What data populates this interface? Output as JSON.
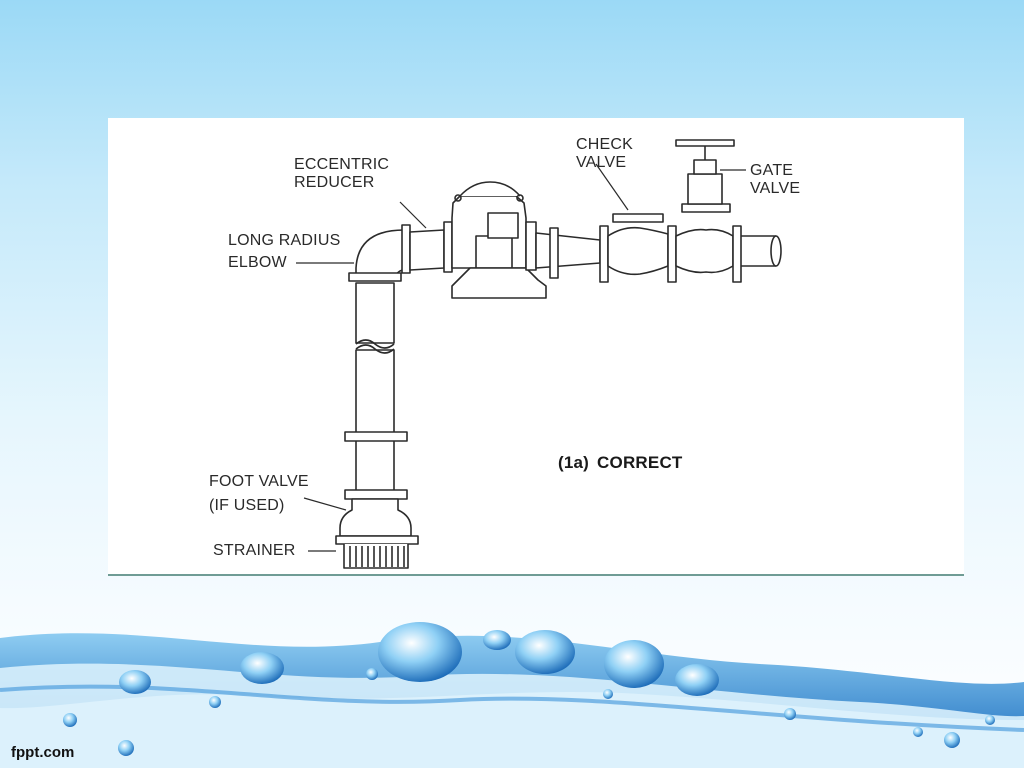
{
  "labels": {
    "eccentric_reducer": [
      "ECCENTRIC",
      "REDUCER"
    ],
    "long_radius_elbow": [
      "LONG RADIUS",
      "ELBOW"
    ],
    "check_valve": [
      "CHECK",
      "VALVE"
    ],
    "gate_valve": [
      "GATE",
      "VALVE"
    ],
    "foot_valve": [
      "FOOT VALVE",
      "(IF USED)"
    ],
    "strainer": "STRAINER"
  },
  "caption": {
    "number": "(1a)",
    "text": "CORRECT"
  },
  "footer": {
    "brand": "fppt.com"
  },
  "colors": {
    "sky_top": "#9bd9f6",
    "water_dark": "#1e77c6",
    "water_light": "#7cc4ef",
    "line": "#2b2b2b",
    "panel_border": "#6f9c95"
  }
}
